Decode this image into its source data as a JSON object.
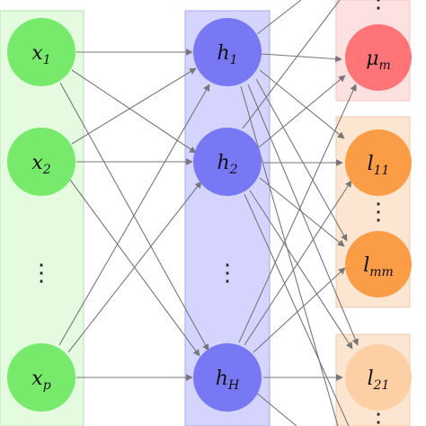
{
  "colors": {
    "input_panel": "#e4fbe0",
    "input_panel_border": "#b9e3b3",
    "input_node": "#77ea6b",
    "hidden_panel": "#d4d4ff",
    "hidden_panel_border": "#aaaaee",
    "hidden_node": "#7878f5",
    "mu_panel": "#fde1e1",
    "mu_node": "#ff7577",
    "l_panel": "#fde6d1",
    "l_node_dark": "#fb9c47",
    "l_node_light": "#fdcfa4",
    "edge": "#777777"
  },
  "inputs": [
    {
      "base": "x",
      "sub": "1"
    },
    {
      "base": "x",
      "sub": "2"
    },
    {
      "base": "x",
      "sub": "p"
    }
  ],
  "hidden": [
    {
      "base": "h",
      "sub": "1"
    },
    {
      "base": "h",
      "sub": "2"
    },
    {
      "base": "h",
      "sub": "H"
    }
  ],
  "outputs": [
    {
      "base": "μ",
      "sub": "m"
    },
    {
      "base": "l",
      "sub": "11"
    },
    {
      "base": "l",
      "sub": "mm"
    },
    {
      "base": "l",
      "sub": "21"
    }
  ],
  "ellipsis": "⋮"
}
